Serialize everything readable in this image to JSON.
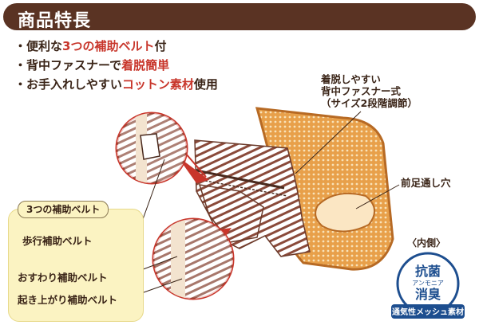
{
  "header": {
    "title": "商品特長"
  },
  "features": [
    {
      "bullet": "・",
      "pre": "便利な",
      "accent": "3つの補助ベルト",
      "post": "付"
    },
    {
      "bullet": "・",
      "pre": "背中ファスナーで",
      "accent": "着脱簡単",
      "post": ""
    },
    {
      "bullet": "・",
      "pre": "お手入れしやすい",
      "accent": "コットン素材",
      "post": "使用"
    }
  ],
  "callouts": {
    "zipper": [
      "着脱しやすい",
      "背中ファスナー式",
      "（サイズ2段階調節）"
    ],
    "front_leg_hole": "前足通し穴"
  },
  "belts": {
    "title": "3つの補助ベルト",
    "items": [
      "歩行補助ベルト",
      "おすわり補助ベルト",
      "起き上がり補助ベルト"
    ]
  },
  "inner": {
    "label": "〈内側〉",
    "badge_line1": "抗菌",
    "badge_small": "アンモニア",
    "badge_line2": "消臭",
    "badge_band": "通気性メッシュ素材"
  },
  "colors": {
    "header_bg": "#5a3323",
    "accent_red": "#c8362b",
    "mesh_orange": "#e8a04a",
    "stripe_brown": "#8a4a3a",
    "box_yellow": "#fbf3c2",
    "badge_blue": "#1d4e8f"
  }
}
